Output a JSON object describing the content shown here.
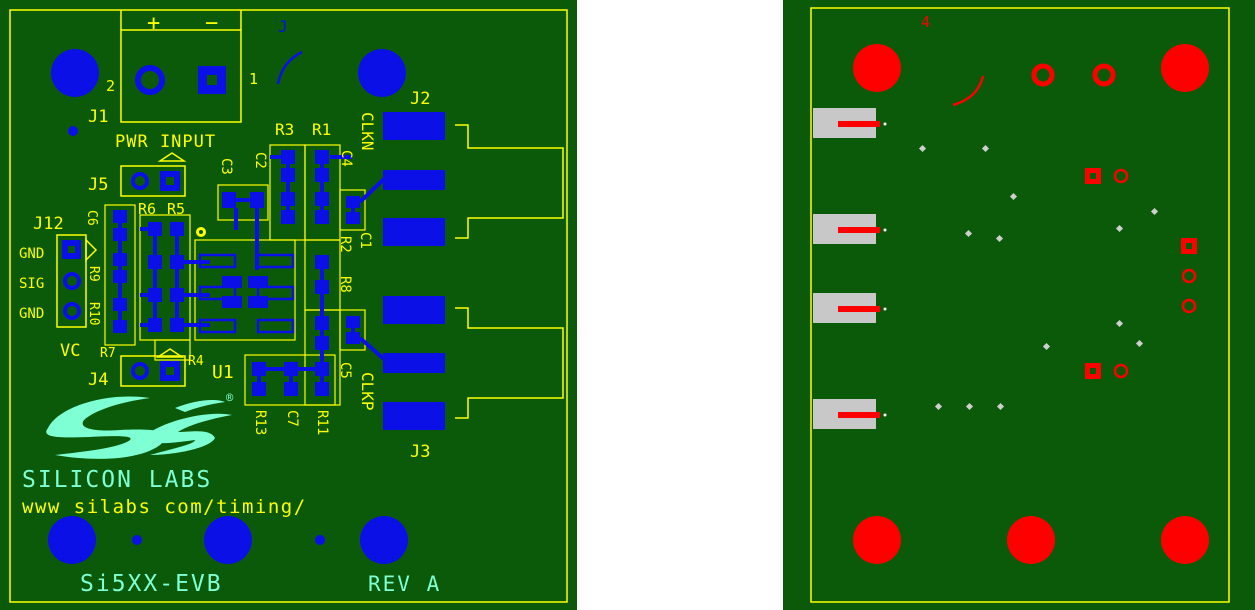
{
  "top_side": {
    "connectors": {
      "plus": "+",
      "minus": "−",
      "j_one": "J",
      "pin2": "2",
      "pin1": "1",
      "j1": "J1",
      "pwr_input": "PWR INPUT",
      "j2": "J2",
      "j3": "J3",
      "j4": "J4",
      "j5": "J5",
      "j12": "J12"
    },
    "components": {
      "r3": "R3",
      "r1": "R1",
      "c2": "C2",
      "c3": "C3",
      "c4": "C4",
      "r6": "R6",
      "r5": "R5",
      "c6": "C6",
      "c1": "C1",
      "r2": "R2",
      "r8": "R8",
      "r9": "R9",
      "r10": "R10",
      "r7": "R7",
      "r4": "R4",
      "u1": "U1",
      "c5": "C5",
      "r13": "R13",
      "c7": "C7",
      "r11": "R11",
      "registered": "®"
    },
    "signals": {
      "clkn": "CLKN",
      "clkp": "CLKP",
      "gnd_top": "GND",
      "sig": "SIG",
      "gnd_bottom": "GND",
      "vc": "VC"
    },
    "branding": {
      "company": "SILICON LABS",
      "website": "www silabs com/timing/",
      "board_name": "Si5XX-EVB",
      "revision": "REV A"
    }
  },
  "bottom_side": {
    "mark": "4"
  },
  "colors": {
    "board": "#0a5a0a",
    "silkscreen": "#ffff00",
    "copper_top": "#0a10e6",
    "copper_bottom": "#ff0000",
    "logo": "#7fffd4",
    "connector_body": "#c8c8c8"
  }
}
